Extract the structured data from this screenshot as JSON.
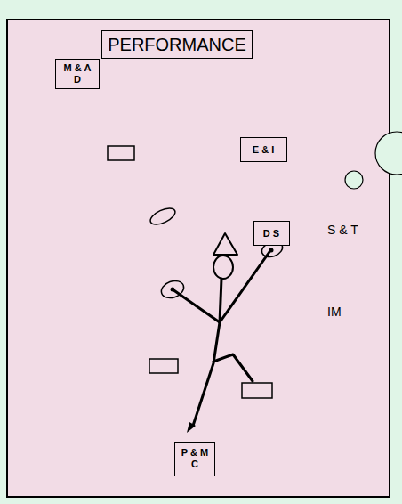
{
  "diagram": {
    "title": "PERFORMANCE",
    "nodes": [
      {
        "text": [
          "M & A D"
        ]
      },
      {
        "text": [
          "E & I"
        ]
      },
      {
        "text": [
          "D S"
        ]
      },
      {
        "text": [
          "P & M C"
        ]
      }
    ],
    "labels": [
      "S & T",
      "IM"
    ]
  }
}
